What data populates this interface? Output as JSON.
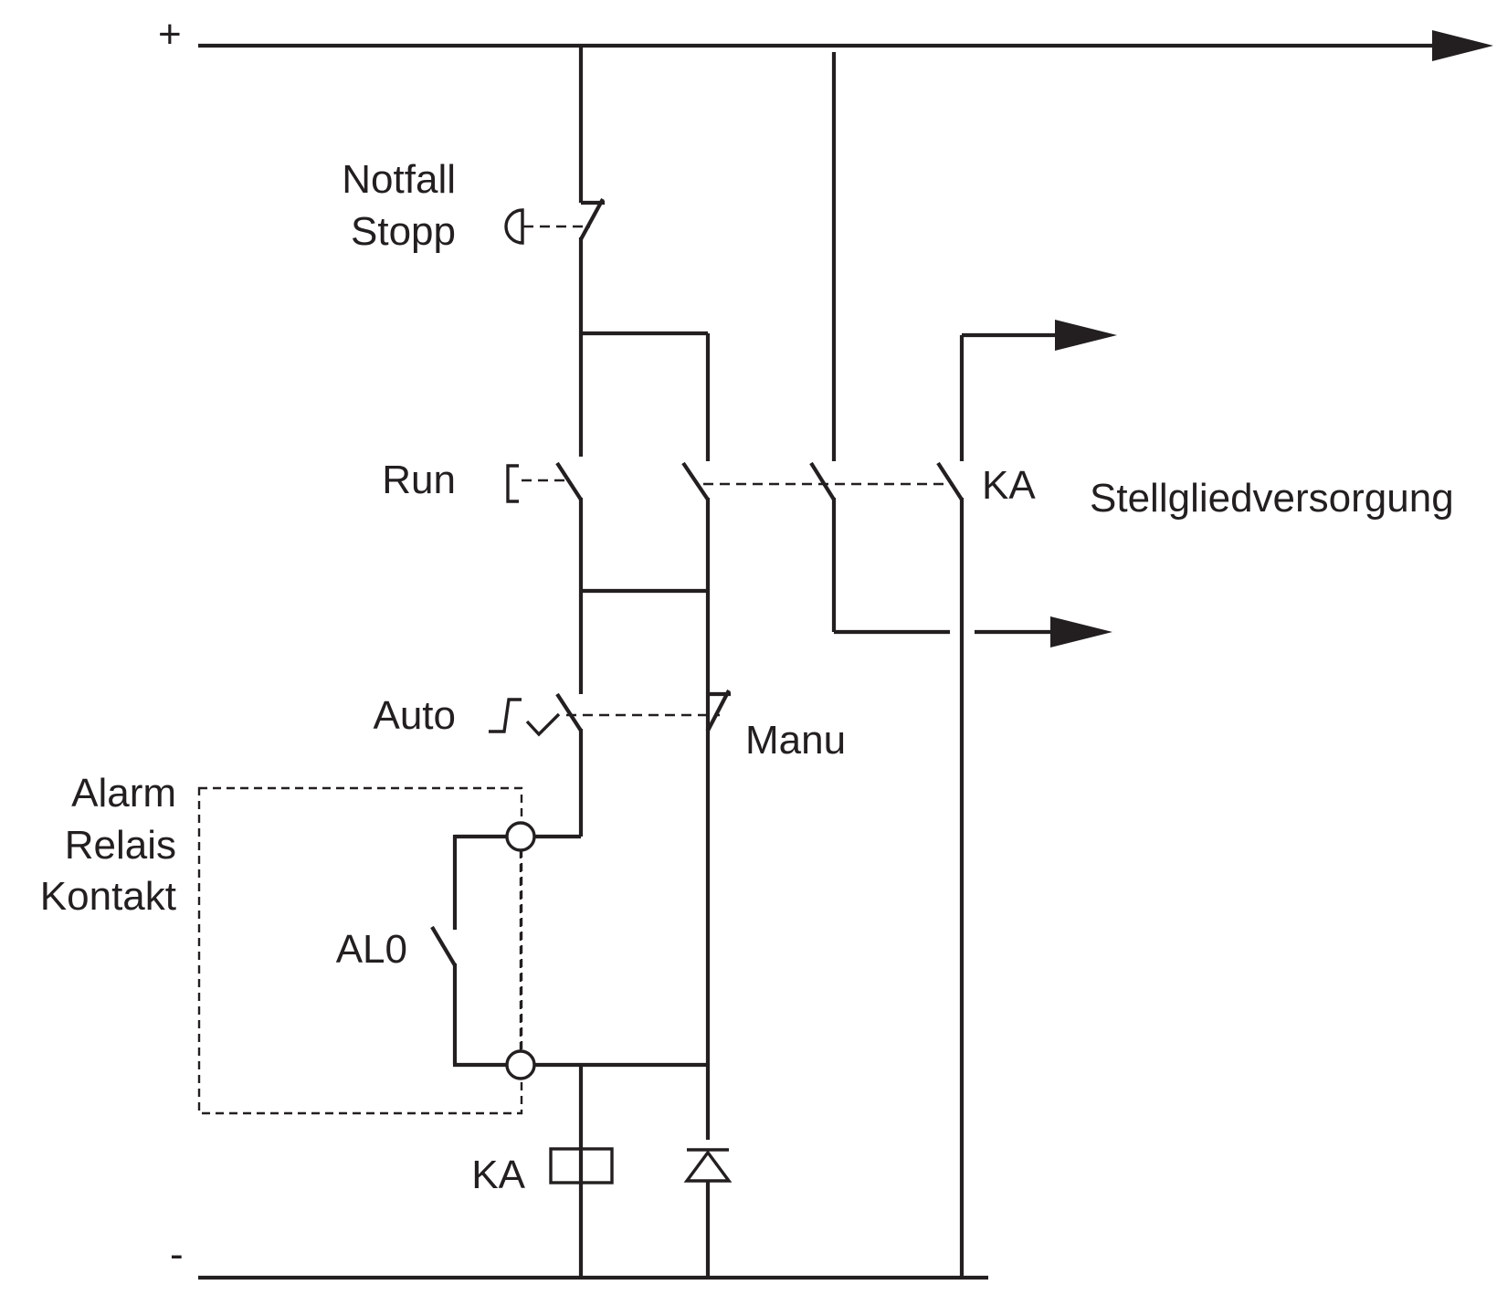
{
  "rails": {
    "plus": "+",
    "minus": "-"
  },
  "labels": {
    "emergency_stop": [
      "Notfall",
      "Stopp"
    ],
    "run": "Run",
    "auto": "Auto",
    "manu": "Manu",
    "ka_contacts": "KA",
    "actuator_supply": "Stellgliedversorgung",
    "alarm_relay": [
      "Alarm",
      "Relais",
      "Kontakt"
    ],
    "al0": "AL0",
    "ka_coil": "KA"
  },
  "icons": {
    "emergency_stop": "mushroom-push-button-icon",
    "run": "push-button-icon",
    "auto_manu": "selector-switch-icon",
    "coil": "relay-coil-icon",
    "diode": "diode-icon",
    "arrow": "arrow-right-icon",
    "terminal": "terminal-circle-icon"
  },
  "colors": {
    "line": "#231f20",
    "background": "#ffffff"
  }
}
